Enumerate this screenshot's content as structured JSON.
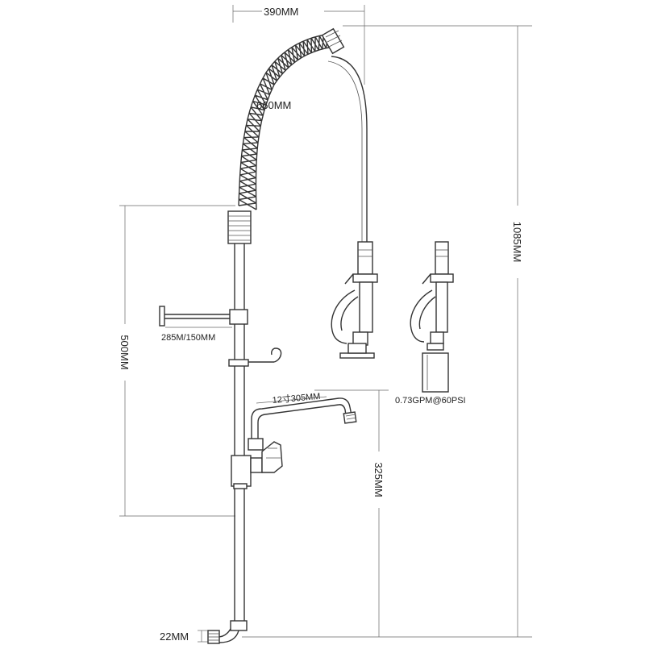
{
  "dimensions": {
    "top_width": "390MM",
    "spring_length": "660MM",
    "overall_height": "1085MM",
    "riser_height": "500MM",
    "wall_bracket": "285M/150MM",
    "spout_length": "12寸305MM",
    "faucet_height": "325MM",
    "pipe_size": "22MM",
    "flow_rate": "0.73GPM@60PSI"
  },
  "colors": {
    "line": "#333333",
    "background": "#ffffff"
  }
}
